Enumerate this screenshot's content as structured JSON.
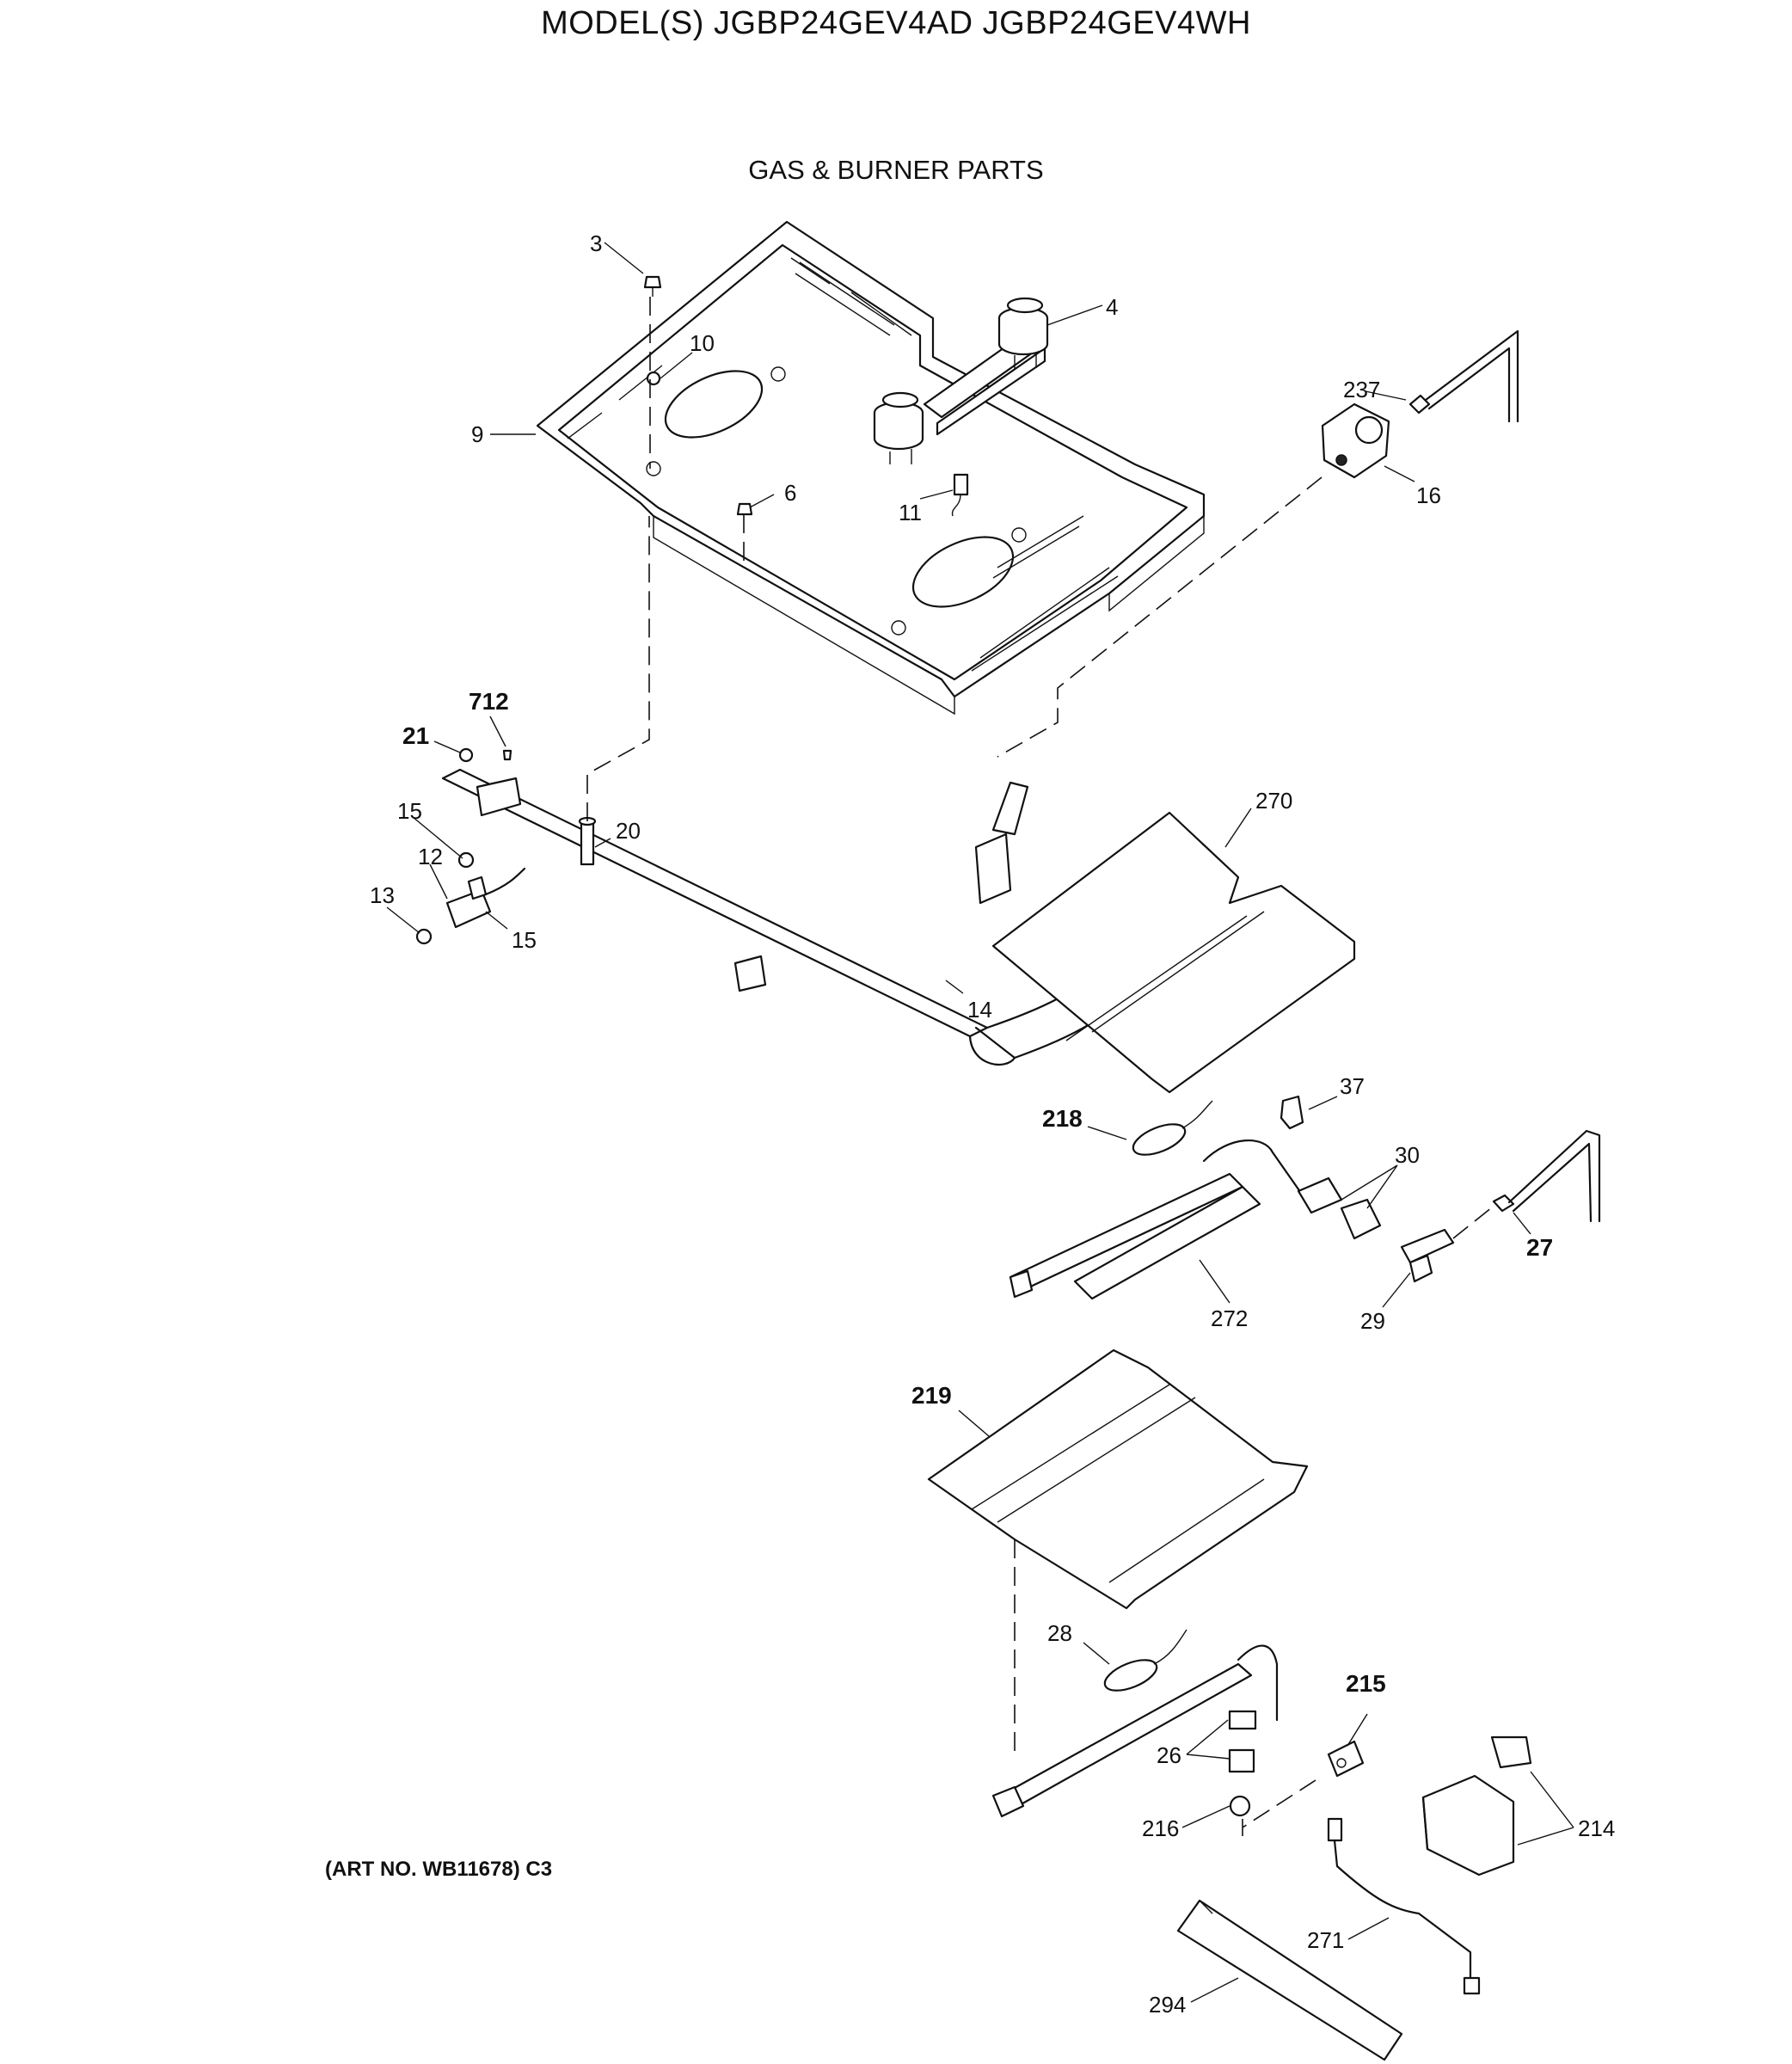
{
  "header": {
    "models": "MODEL(S) JGBP24GEV4AD  JGBP24GEV4WH",
    "section_title": "GAS & BURNER PARTS"
  },
  "footer": {
    "art_number": "(ART NO. WB11678) C3"
  },
  "callouts": {
    "p3": "3",
    "p4": "4",
    "p10": "10",
    "p9": "9",
    "p237": "237",
    "p16": "16",
    "p6": "6",
    "p11": "11",
    "p712": "712",
    "p21": "21",
    "p15a": "15",
    "p20": "20",
    "p12": "12",
    "p13": "13",
    "p15b": "15",
    "p14": "14",
    "p270": "270",
    "p218": "218",
    "p37": "37",
    "p30": "30",
    "p27": "27",
    "p272": "272",
    "p29": "29",
    "p219": "219",
    "p28": "28",
    "p215": "215",
    "p26": "26",
    "p216": "216",
    "p214": "214",
    "p271": "271",
    "p294": "294"
  }
}
